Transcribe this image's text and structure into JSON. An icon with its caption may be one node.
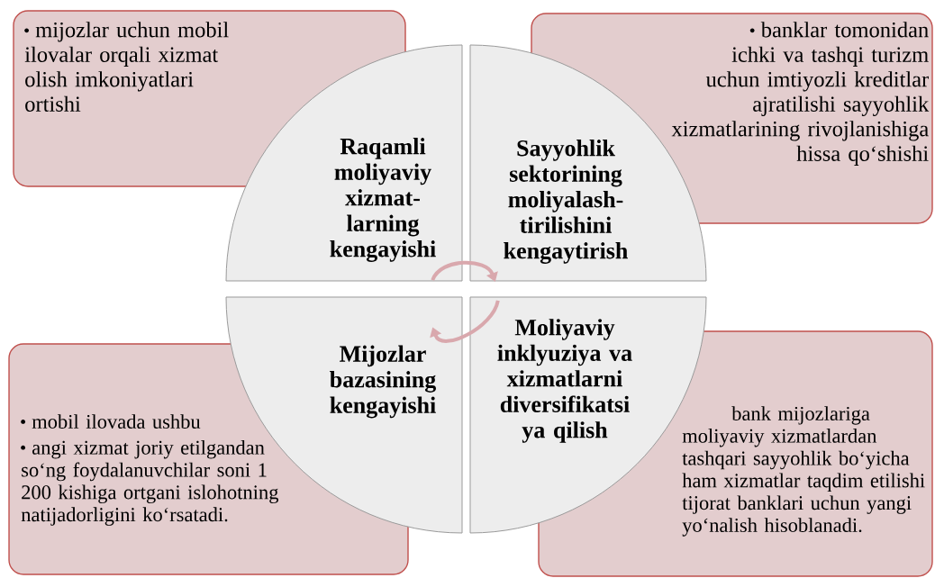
{
  "diagram": {
    "nodes": [
      {
        "text": [
          "mijozlar uchun mobil ilovalar orqali xizmat olish imkoniyatlari ortishi"
        ]
      },
      {
        "text": [
          "Raqamli moliyaviy xizmat- larning kengayishi"
        ]
      },
      {
        "text": [
          "Sayyohlik sektorining moliyalash- tirilishini kengaytirish"
        ]
      },
      {
        "text": [
          "banklar tomonidan ichki va tashqi turizm uchun imtiyozli kreditlar ajratilishi sayyohlik xizmatlarining rivojlanishiga hissa qo‘shishi"
        ]
      },
      {
        "text": [
          "mobil ilovada ushbu",
          "angi xizmat joriy etilgandan so‘ng foydalanuvchilar soni 1 200 kishiga ortgani islohotning natijadorligini ko‘rsatadi."
        ]
      },
      {
        "text": [
          "Mijozlar bazasining kengayishi"
        ]
      },
      {
        "text": [
          "Moliyaviy inklyuziya va xizmatlarni diversifikatsi ya qilish"
        ]
      },
      {
        "text": [
          "bank mijozlariga moliyaviy xizmatlardan tashqari sayyohlik bo‘yicha ham xizmatlar taqdim etilishi tijorat banklari uchun yangi yo‘nalish hisoblanadi."
        ]
      }
    ],
    "edges": [
      {
        "from": 1,
        "to": 2,
        "arrow": "to"
      },
      {
        "from": 6,
        "to": 5,
        "arrow": "to"
      }
    ]
  }
}
